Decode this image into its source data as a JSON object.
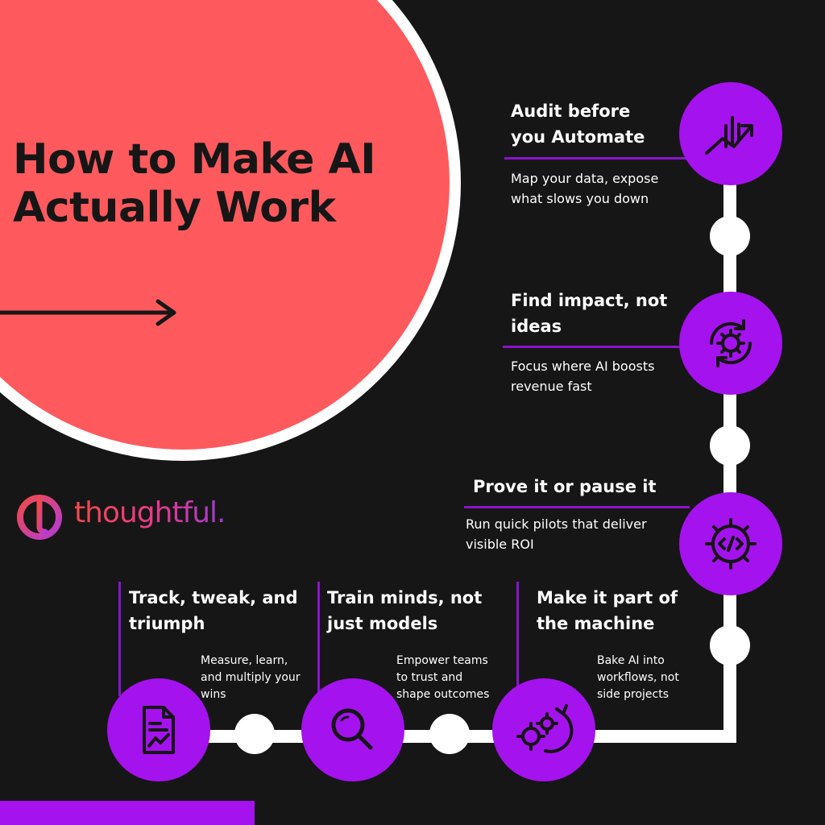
{
  "title": "How to Make AI Actually Work",
  "logo": {
    "text": "thoughtful."
  },
  "steps": [
    {
      "title_line1": "Audit before",
      "title_line2": "you Automate",
      "desc_line1": "Map your data, expose",
      "desc_line2": "what slows you down",
      "icon": "chart-growth-icon"
    },
    {
      "title_line1": "Find impact, not",
      "title_line2": "ideas",
      "desc_line1": "Focus where AI boosts",
      "desc_line2": "revenue fast",
      "icon": "gear-cycle-icon"
    },
    {
      "title_line1": "Prove it or pause it",
      "desc_line1": "Run quick pilots that deliver",
      "desc_line2": "visible ROI",
      "icon": "code-gear-icon"
    },
    {
      "title_line1": "Make it part of",
      "title_line2": "the machine",
      "desc_line1": "Bake AI into",
      "desc_line2": "workflows, not",
      "desc_line3": "side projects",
      "icon": "gears-arrow-icon"
    },
    {
      "title_line1": "Train minds, not",
      "title_line2": "just models",
      "desc_line1": "Empower teams",
      "desc_line2": "to trust and",
      "desc_line3": "shape outcomes",
      "icon": "magnifier-icon"
    },
    {
      "title_line1": "Track, tweak, and",
      "title_line2": "triumph",
      "desc_line1": "Measure, learn,",
      "desc_line2": "and multiply your",
      "desc_line3": "wins",
      "icon": "report-chart-icon"
    }
  ],
  "colors": {
    "background": "#161616",
    "coral": "#fe5a5e",
    "purple": "#a412ee",
    "white": "#ffffff",
    "divider": "#8a14cc"
  }
}
